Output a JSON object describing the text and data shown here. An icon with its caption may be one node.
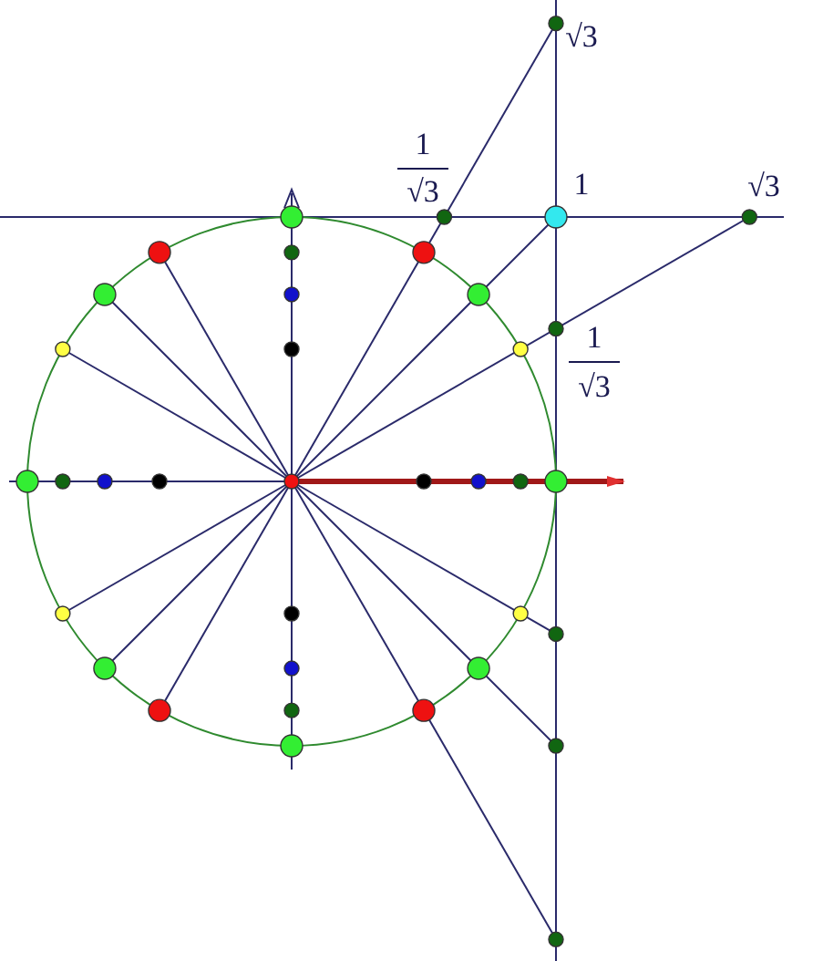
{
  "diagram": {
    "labels": [
      "√3",
      "1",
      "√3",
      "1",
      "√3",
      "1",
      "√3"
    ]
  }
}
